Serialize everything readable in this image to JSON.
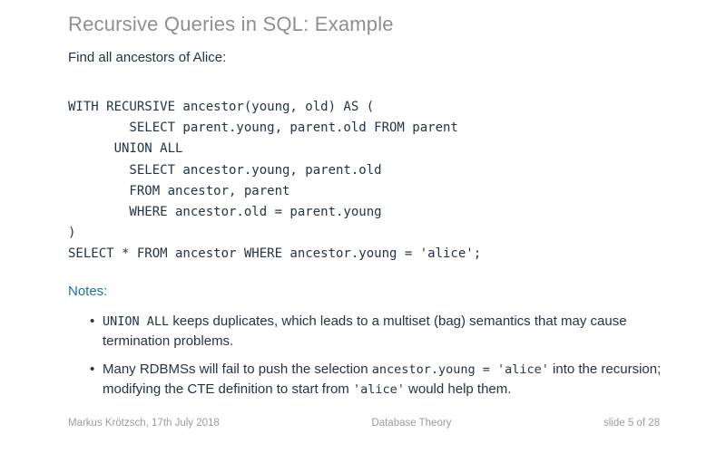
{
  "slide": {
    "title": "Recursive Queries in SQL: Example",
    "intro": "Find all ancestors of Alice:",
    "code": "WITH RECURSIVE ancestor(young, old) AS (\n        SELECT parent.young, parent.old FROM parent\n      UNION ALL\n        SELECT ancestor.young, parent.old\n        FROM ancestor, parent\n        WHERE ancestor.old = parent.young\n)\nSELECT * FROM ancestor WHERE ancestor.young = 'alice';",
    "notes_label": "Notes:",
    "bullet_char": "•",
    "bullets": [
      {
        "segments": [
          {
            "mono": true,
            "text": "UNION ALL"
          },
          {
            "mono": false,
            "text": " keeps duplicates, which leads to a multiset (bag) semantics that may cause termination problems."
          }
        ]
      },
      {
        "segments": [
          {
            "mono": false,
            "text": "Many RDBMSs will fail to push the selection "
          },
          {
            "mono": true,
            "text": "ancestor.young = 'alice'"
          },
          {
            "mono": false,
            "text": " into the recursion; modifying the CTE definition to start from "
          },
          {
            "mono": true,
            "text": "'alice'"
          },
          {
            "mono": false,
            "text": " would help them."
          }
        ]
      }
    ]
  },
  "footer": {
    "left": "Markus Krötzsch, 17th July 2018",
    "center": "Database Theory",
    "right": "slide 5 of 28"
  },
  "colors": {
    "bg": "#ffffff",
    "title": "#8f8f8f",
    "body": "#233447",
    "accent": "#1d6fb5",
    "footer": "#9c9c9c"
  }
}
